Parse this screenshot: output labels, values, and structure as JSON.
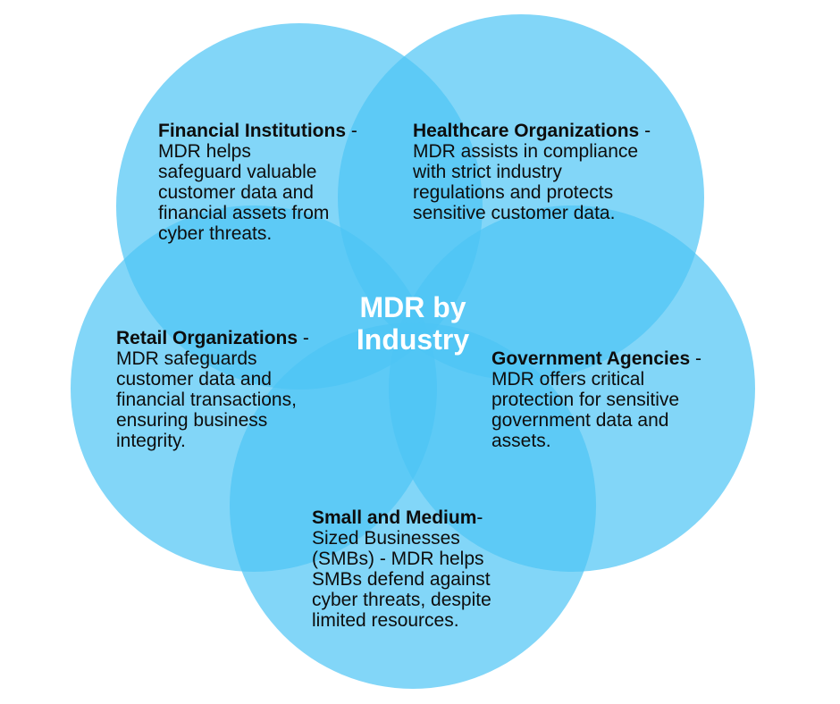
{
  "diagram": {
    "title": "MDR by Industry",
    "title_lines": [
      "MDR by",
      "Industry"
    ],
    "colors": {
      "circle_fill": "#4dc4f5",
      "circle_opacity": 0.7,
      "title_text": "#ffffff",
      "body_text": "#0d0d0d"
    },
    "segments": [
      {
        "id": "financial",
        "heading": "Financial Institutions",
        "separator": " -",
        "text": "MDR helps safeguard valuable customer data and financial assets from cyber threats."
      },
      {
        "id": "healthcare",
        "heading": "Healthcare Organizations",
        "separator": " -",
        "text": "MDR assists in compliance with strict industry regulations and protects sensitive customer data."
      },
      {
        "id": "retail",
        "heading": "Retail Organizations",
        "separator": " -",
        "text": "MDR safeguards customer data and financial transactions, ensuring business integrity."
      },
      {
        "id": "government",
        "heading": "Government Agencies",
        "separator": " -",
        "text": "MDR offers critical protection for sensitive government data and assets."
      },
      {
        "id": "smb",
        "heading": "Small and Medium",
        "separator": "-",
        "text": "Sized Businesses (SMBs) - MDR helps SMBs defend against cyber threats, despite limited resources."
      }
    ]
  }
}
